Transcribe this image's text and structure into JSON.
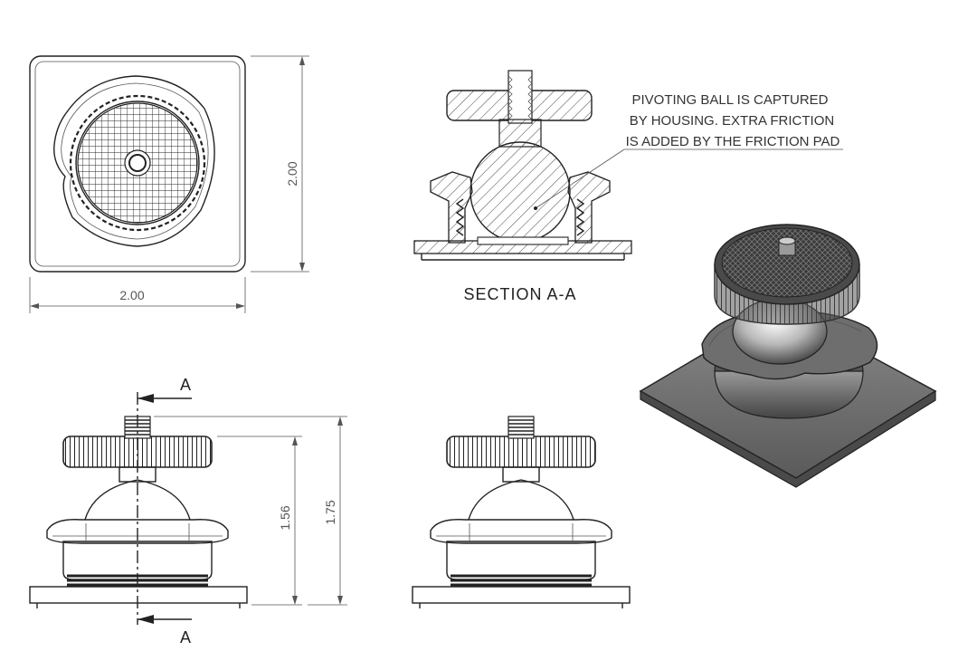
{
  "dimensions": {
    "top_width": "2.00",
    "top_height": "2.00",
    "front_height_inner": "1.56",
    "front_height_total": "1.75"
  },
  "section": {
    "title": "SECTION A-A",
    "cut_label_top": "A",
    "cut_label_bottom": "A"
  },
  "note": {
    "line1": "PIVOTING BALL IS CAPTURED",
    "line2": "BY HOUSING.  EXTRA FRICTION",
    "line3": "IS ADDED BY THE FRICTION PAD"
  }
}
